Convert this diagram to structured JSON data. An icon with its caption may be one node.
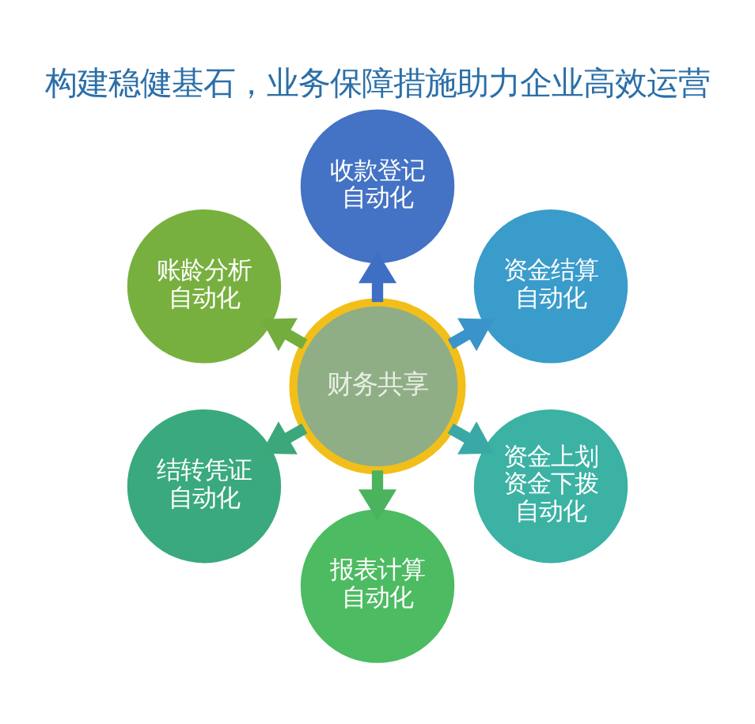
{
  "diagram": {
    "title": "构建稳健基石，业务保障措施助力企业高效运营",
    "nodes": [
      {
        "text": [
          "财务共享"
        ]
      },
      {
        "text": [
          "收款登记自动化"
        ]
      },
      {
        "text": [
          "资金结算自动化"
        ]
      },
      {
        "text": [
          "资金上划资金下拨自动化"
        ]
      },
      {
        "text": [
          "报表计算自动化"
        ]
      },
      {
        "text": [
          "结转凭证自动化"
        ]
      },
      {
        "text": [
          "账龄分析自动化"
        ]
      }
    ],
    "edges": [
      {
        "from": 0,
        "to": 1,
        "arrow": "to",
        "color": "#3f6fc4"
      },
      {
        "from": 0,
        "to": 2,
        "arrow": "to",
        "color": "#3a93c9"
      },
      {
        "from": 0,
        "to": 3,
        "arrow": "to",
        "color": "#3aa9a6"
      },
      {
        "from": 0,
        "to": 4,
        "arrow": "to",
        "color": "#4bb35e"
      },
      {
        "from": 0,
        "to": 5,
        "arrow": "to",
        "color": "#3da77c"
      },
      {
        "from": 0,
        "to": 6,
        "arrow": "to",
        "color": "#72ad3e"
      }
    ]
  }
}
